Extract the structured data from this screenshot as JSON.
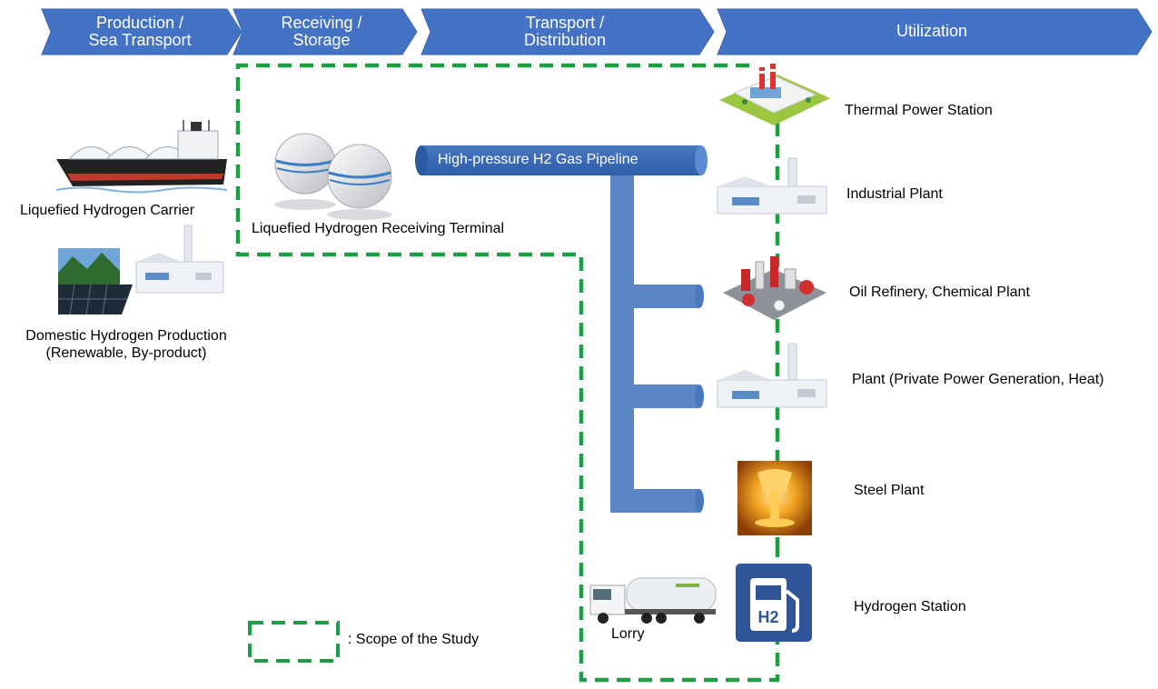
{
  "stages": [
    {
      "line1": "Production /",
      "line2": "Sea Transport"
    },
    {
      "line1": "Receiving /",
      "line2": "Storage"
    },
    {
      "line1": "Transport /",
      "line2": "Distribution"
    },
    {
      "line1": "Utilization",
      "line2": ""
    }
  ],
  "supply": {
    "carrier": "Liquefied Hydrogen Carrier",
    "domestic_line1": "Domestic Hydrogen Production",
    "domestic_line2": "(Renewable, By-product)",
    "terminal": "Liquefied Hydrogen Receiving Terminal"
  },
  "pipeline": {
    "label": "High-pressure H2 Gas Pipeline"
  },
  "lorry": {
    "label": "Lorry"
  },
  "h2_station_text": "H2",
  "consumers": [
    "Thermal Power Station",
    "Industrial Plant",
    "Oil Refinery, Chemical Plant",
    "Plant (Private Power Generation, Heat)",
    "Steel Plant",
    "Hydrogen Station"
  ],
  "legend": {
    "label": ": Scope of the Study"
  },
  "colors": {
    "chevron": "#4472c4",
    "pipeline": "#5b86c6",
    "scope_line": "#1e9e44",
    "h2_badge": "#2f5597"
  }
}
